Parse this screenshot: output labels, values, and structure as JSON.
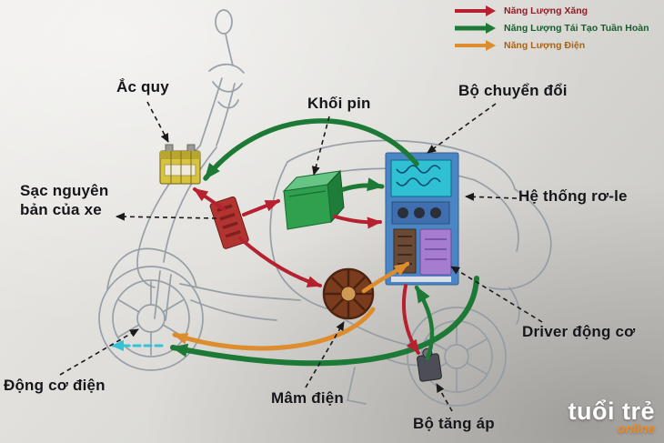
{
  "legend": {
    "items": [
      {
        "label": "Năng Lượng Xăng",
        "color": "#b5212f"
      },
      {
        "label": "Năng Lượng Tái Tạo Tuần Hoàn",
        "color": "#1d7a36"
      },
      {
        "label": "Năng Lượng Điện",
        "color": "#dd8c2e"
      }
    ]
  },
  "labels": {
    "battery": "Ắc quy",
    "battery_pack": "Khối pin",
    "converter": "Bộ chuyển đổi",
    "original_charger": "Sạc nguyên\nbản của xe",
    "relay_system": "Hệ thống rơ-le",
    "motor_driver": "Driver động cơ",
    "electric_motor": "Động cơ điện",
    "stator": "Mâm điện",
    "booster": "Bộ tăng áp"
  },
  "colors": {
    "gasoline_energy": "#b5212f",
    "regen_energy": "#1d7a36",
    "electric_energy": "#dd8c2e",
    "leader_line": "#1a1a1a",
    "motor_link": "#35c2d6",
    "battery_component": "#d8c33e",
    "charger_component": "#b23431",
    "battery_pack_component": "#2fa04e",
    "stator_component": "#7b3c1e",
    "converter_panel": "#4a86c4",
    "relay_board": "#2fc0d4",
    "driver_component": "#a57cd0"
  },
  "watermark": {
    "brand": "tuổi trẻ",
    "sub": "online"
  }
}
